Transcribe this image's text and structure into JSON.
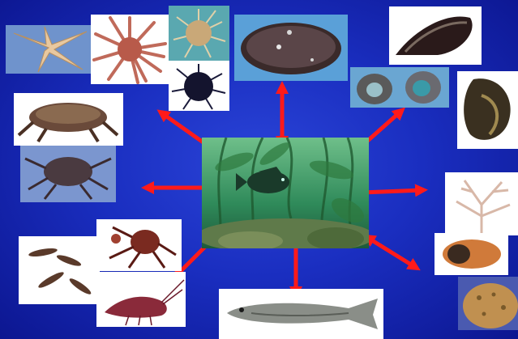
{
  "slide": {
    "background_color": "#1a2ec0",
    "arrow_color": "#ff1a1a"
  },
  "center": {
    "icon": "kelp-forest-fish-photo",
    "colors": {
      "water": "#2f8a5a",
      "rock": "#5f7a4a",
      "fish": "#1a3a2a"
    }
  },
  "prey": [
    {
      "icon": "starfish-photo"
    },
    {
      "icon": "sunflower-sea-star-photo"
    },
    {
      "icon": "pale-sea-urchin-photo"
    },
    {
      "icon": "black-sea-urchin-photo"
    },
    {
      "icon": "abalone-shell-photo"
    },
    {
      "icon": "mussel-shell-photo"
    },
    {
      "icon": "turban-snails-photo"
    },
    {
      "icon": "whelk-snail-photo"
    },
    {
      "icon": "red-rock-crab-photo"
    },
    {
      "icon": "dungeness-crab-photo"
    },
    {
      "icon": "gorgonian-coral-photo"
    },
    {
      "icon": "orange-sea-squirt-photo"
    },
    {
      "icon": "sponge-photo"
    },
    {
      "icon": "shrimps-photo"
    },
    {
      "icon": "small-crab-photo"
    },
    {
      "icon": "red-shrimp-photo"
    },
    {
      "icon": "goby-fish-photo"
    }
  ]
}
